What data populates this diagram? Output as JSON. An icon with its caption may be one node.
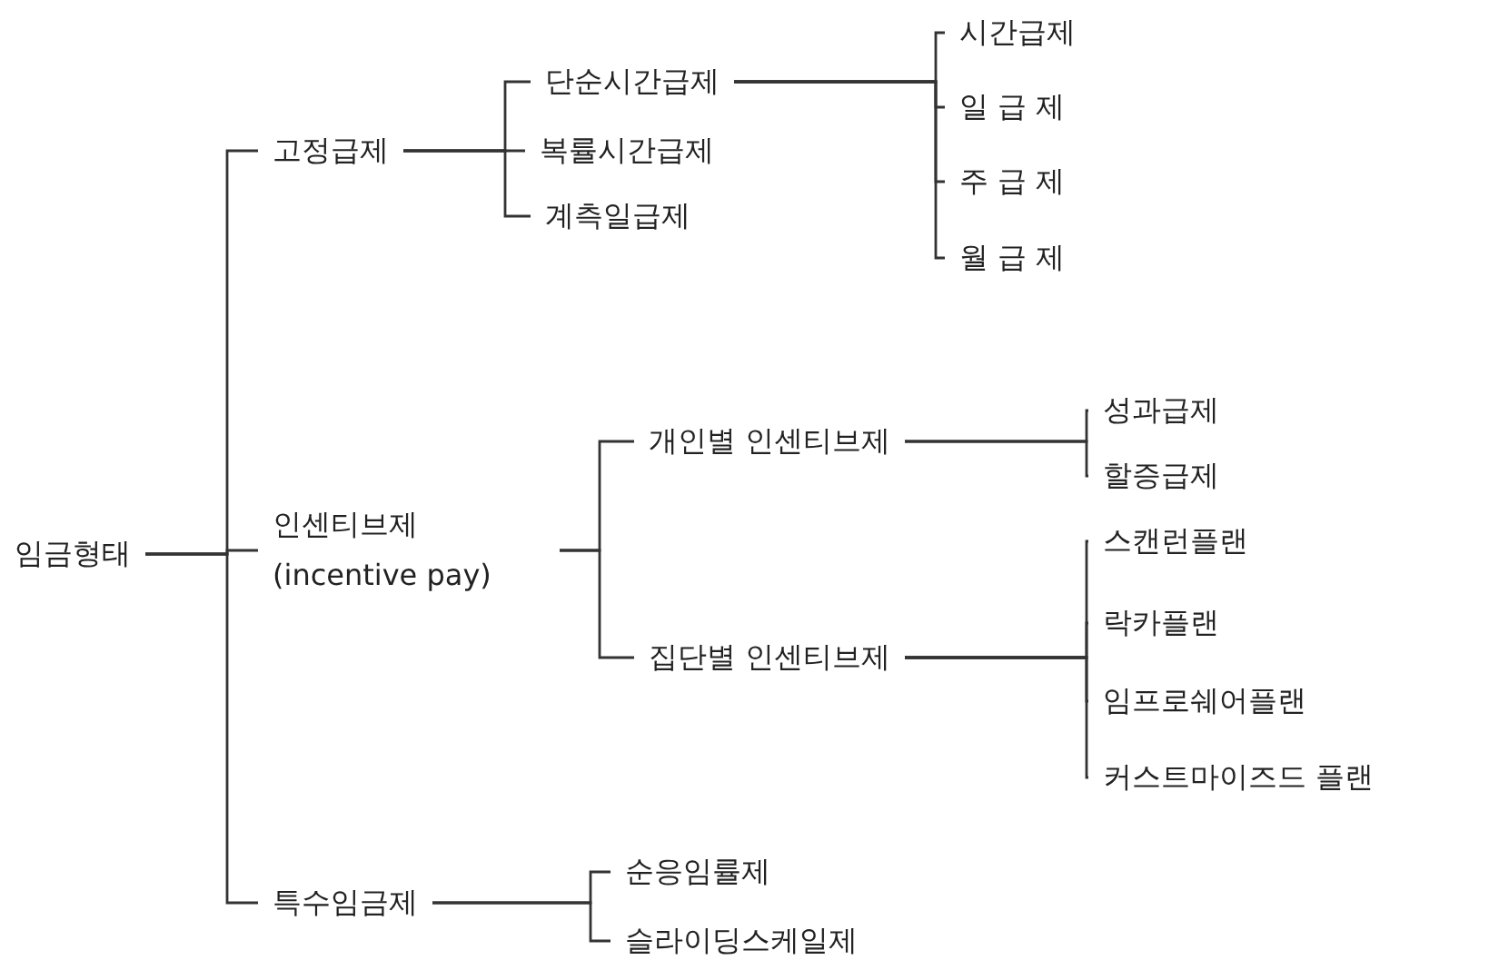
{
  "diagram": {
    "nodes": [
      {
        "text": [
          "임금형태"
        ]
      },
      {
        "text": [
          "고정급제"
        ]
      },
      {
        "text": [
          "단순시간급제"
        ]
      },
      {
        "text": [
          "시간급제"
        ]
      },
      {
        "text": [
          "일 급 제"
        ]
      },
      {
        "text": [
          "주 급 제"
        ]
      },
      {
        "text": [
          "월 급 제"
        ]
      },
      {
        "text": [
          "복률시간급제"
        ]
      },
      {
        "text": [
          "계측일급제"
        ]
      },
      {
        "text": [
          "인센티브제 (incentive pay)"
        ]
      },
      {
        "text": [
          "개인별 인센티브제"
        ]
      },
      {
        "text": [
          "성과급제"
        ]
      },
      {
        "text": [
          "할증급제"
        ]
      },
      {
        "text": [
          "집단별 인센티브제"
        ]
      },
      {
        "text": [
          "스캔런플랜"
        ]
      },
      {
        "text": [
          "락카플랜"
        ]
      },
      {
        "text": [
          "임프로쉐어플랜"
        ]
      },
      {
        "text": [
          "커스트마이즈드 플랜"
        ]
      },
      {
        "text": [
          "특수임금제"
        ]
      },
      {
        "text": [
          "순응임률제"
        ]
      },
      {
        "text": [
          "슬라이딩스케일제"
        ]
      }
    ],
    "edges": [
      {
        "from": 0,
        "to": 1,
        "arrow": "none"
      },
      {
        "from": 0,
        "to": 9,
        "arrow": "none"
      },
      {
        "from": 0,
        "to": 18,
        "arrow": "none"
      },
      {
        "from": 1,
        "to": 2,
        "arrow": "none"
      },
      {
        "from": 1,
        "to": 7,
        "arrow": "none"
      },
      {
        "from": 1,
        "to": 8,
        "arrow": "none"
      },
      {
        "from": 2,
        "to": 3,
        "arrow": "none"
      },
      {
        "from": 2,
        "to": 4,
        "arrow": "none"
      },
      {
        "from": 2,
        "to": 5,
        "arrow": "none"
      },
      {
        "from": 2,
        "to": 6,
        "arrow": "none"
      },
      {
        "from": 9,
        "to": 10,
        "arrow": "none"
      },
      {
        "from": 9,
        "to": 13,
        "arrow": "none"
      },
      {
        "from": 10,
        "to": 11,
        "arrow": "none"
      },
      {
        "from": 10,
        "to": 12,
        "arrow": "none"
      },
      {
        "from": 13,
        "to": 14,
        "arrow": "none"
      },
      {
        "from": 13,
        "to": 15,
        "arrow": "none"
      },
      {
        "from": 13,
        "to": 16,
        "arrow": "none"
      },
      {
        "from": 13,
        "to": 17,
        "arrow": "none"
      },
      {
        "from": 18,
        "to": 19,
        "arrow": "none"
      },
      {
        "from": 18,
        "to": 20,
        "arrow": "none"
      }
    ]
  }
}
